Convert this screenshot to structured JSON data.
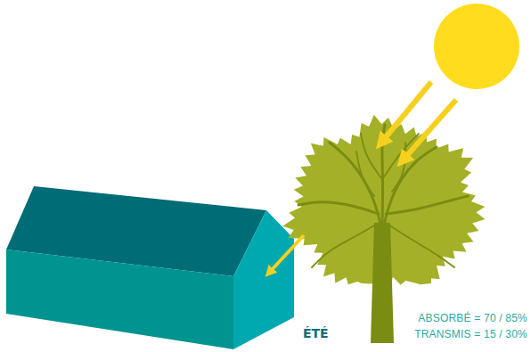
{
  "diagram": {
    "labels": [
      "ÉTÉ",
      "ABSORBÉ = 70 / 85%",
      "TRANSMIS = 15 / 30%"
    ]
  }
}
